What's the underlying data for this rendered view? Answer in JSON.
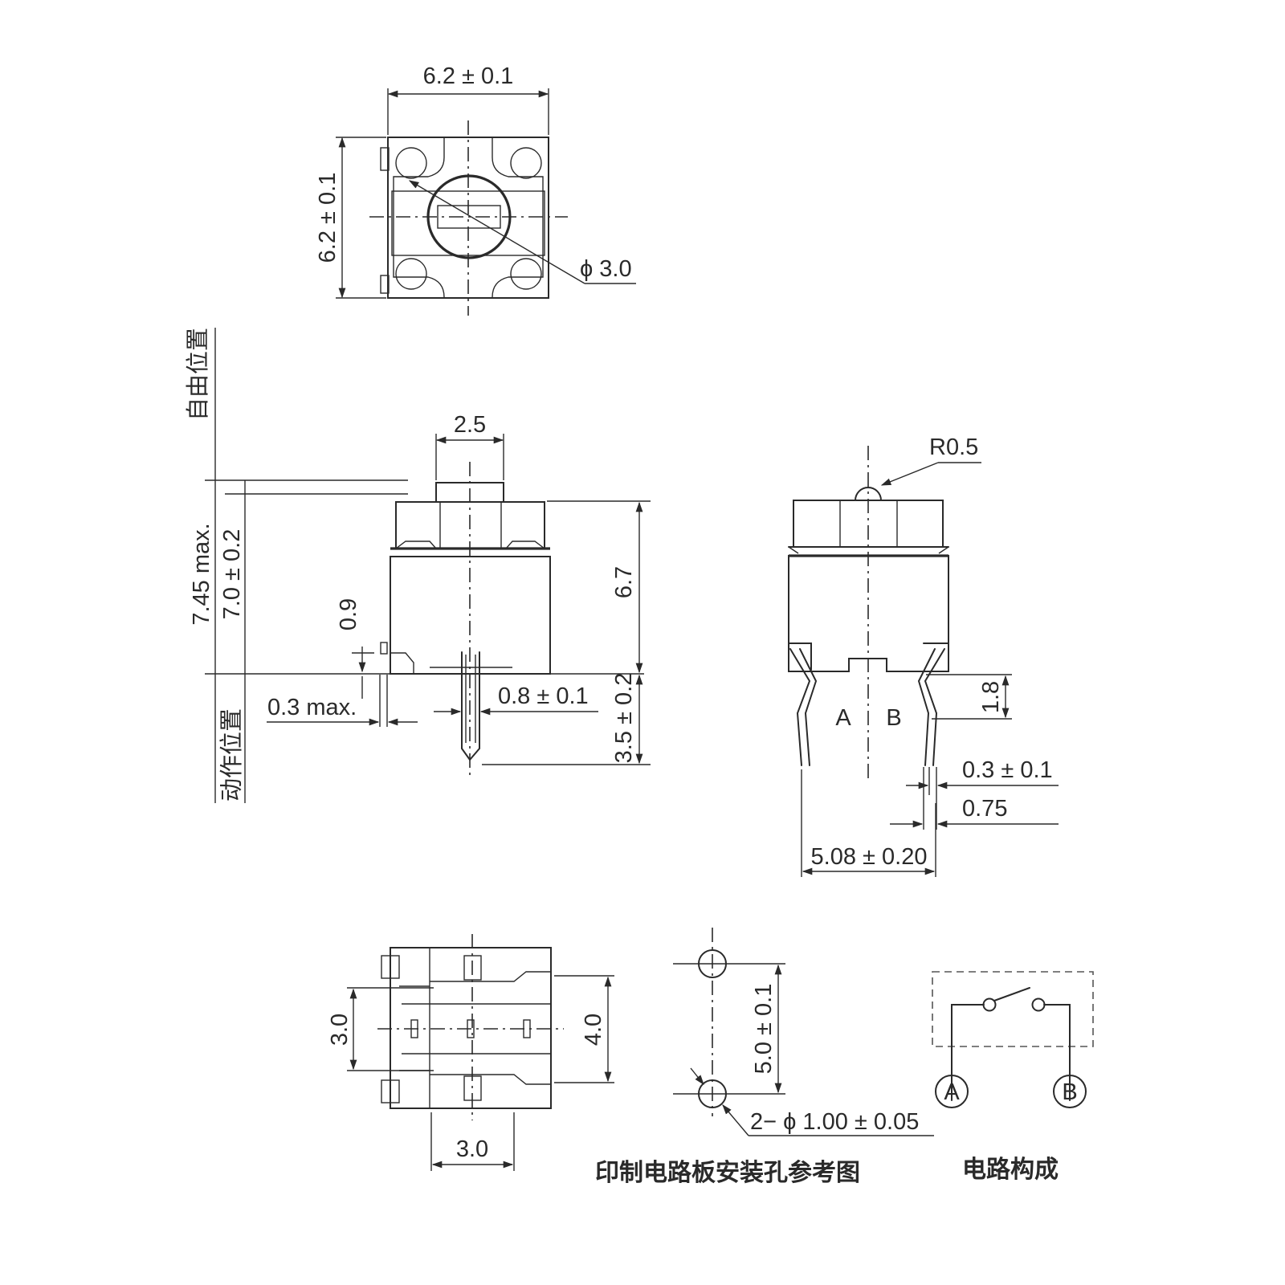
{
  "top_view": {
    "width_dim": "6.2 ± 0.1",
    "height_dim": "6.2 ± 0.1",
    "diameter_dim": "ϕ 3.0"
  },
  "front_view": {
    "free_position_label": "自由位置",
    "operating_position_label": "动作位置",
    "plunger_width_dim": "2.5",
    "max_height_dim": "7.45 max.",
    "height_dim": "7.0 ± 0.2",
    "stroke_dim": "0.9",
    "body_height_dim": "6.7",
    "gap_dim": "0.3 max.",
    "terminal_width_dim": "0.8 ± 0.1",
    "terminal_length_dim": "3.5 ± 0.2"
  },
  "side_view": {
    "radius_dim": "R0.5",
    "terminal_a_label": "A",
    "terminal_b_label": "B",
    "bend_dim": "1.8",
    "thickness_dim": "0.3 ± 0.1",
    "offset_dim": "0.75",
    "pitch_dim": "5.08 ± 0.20"
  },
  "bottom_view": {
    "vertical_left_dim": "3.0",
    "vertical_right_dim": "4.0",
    "horizontal_dim": "3.0"
  },
  "pcb_layout": {
    "spacing_dim": "5.0 ± 0.1",
    "hole_dim": "2− ϕ 1.00 ± 0.05",
    "caption": "印制电路板安装孔参考图"
  },
  "circuit": {
    "node_a": "A",
    "node_b": "B",
    "caption": "电路构成"
  }
}
